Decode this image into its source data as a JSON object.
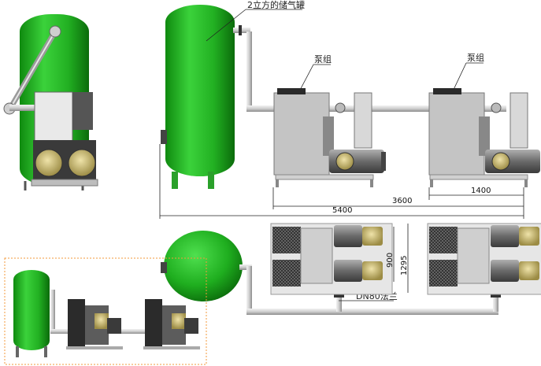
{
  "labels": {
    "tank_label": "2立方的储气罐",
    "pump_group_1": "泵组",
    "pump_group_2": "泵组",
    "flange_label": "DN80法兰"
  },
  "dimensions": {
    "d3600": "3600",
    "d1400": "1400",
    "d5400": "5400",
    "d900": "900",
    "d1295": "1295"
  },
  "colors": {
    "tank_green": "#2bb52b",
    "tank_dark": "#128a12",
    "steel": "#c8c8c8",
    "motor_grey": "#7a7a7a",
    "ochre": "#c9b873",
    "guide_orange": "#f39a3b"
  }
}
